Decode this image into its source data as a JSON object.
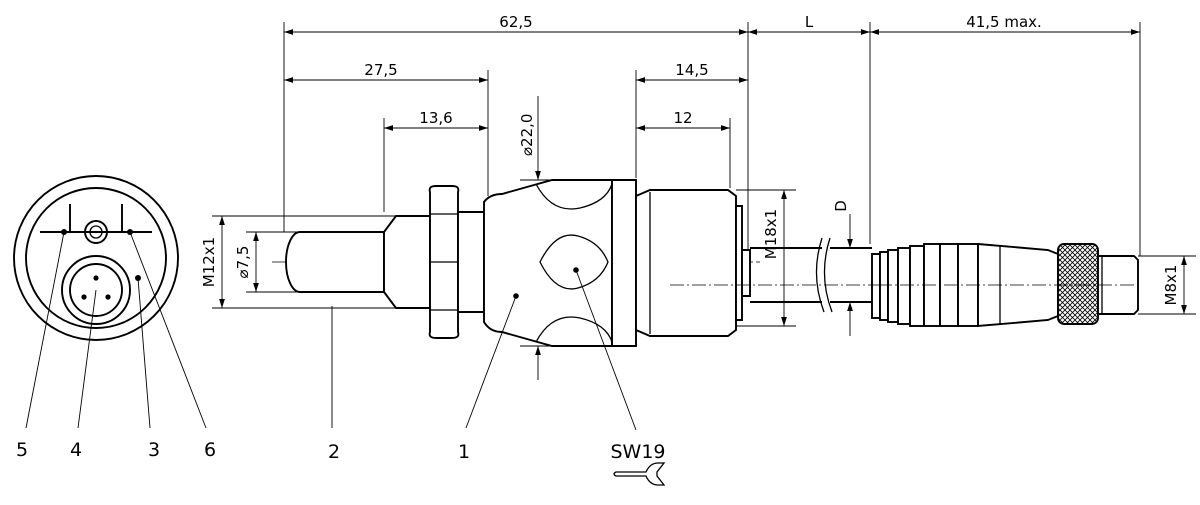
{
  "dimensions": {
    "total_length": "62,5",
    "cable_length": "L",
    "connector_length": "41,5 max.",
    "probe_length": "27,5",
    "tip_length": "13,6",
    "hex_body_length": "14,5",
    "thread_length": "12",
    "body_diameter": "22,0",
    "probe_thread": "M12x1",
    "tip_diameter": "7,5",
    "body_thread": "M18x1",
    "cable_diameter": "D",
    "connector_thread": "M8x1"
  },
  "symbols": {
    "diameter": "⌀"
  },
  "callouts": [
    "1",
    "2",
    "3",
    "4",
    "5",
    "6"
  ],
  "wrench": {
    "label": "SW19",
    "icon": "wrench-icon"
  },
  "colors": {
    "line": "#000000",
    "background": "#ffffff"
  }
}
